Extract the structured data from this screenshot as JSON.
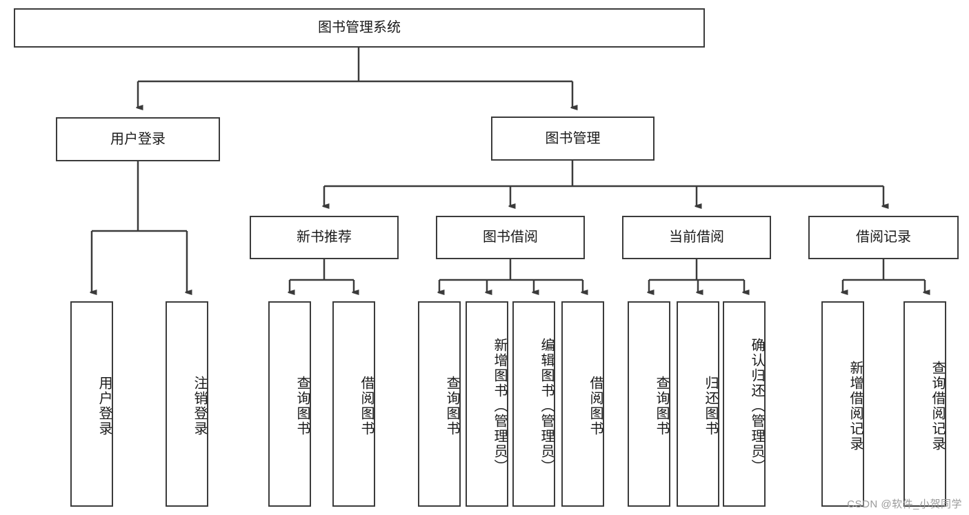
{
  "diagram": {
    "title_node": {
      "label": "图书管理系统"
    },
    "level1": [
      {
        "id": "user-login",
        "label": "用户登录"
      },
      {
        "id": "book-manage",
        "label": "图书管理"
      }
    ],
    "level2": [
      {
        "id": "new-book-recommend",
        "label": "新书推荐"
      },
      {
        "id": "book-borrow",
        "label": "图书借阅"
      },
      {
        "id": "current-borrow",
        "label": "当前借阅"
      },
      {
        "id": "borrow-record",
        "label": "借阅记录"
      }
    ],
    "leaves": {
      "user_login": [
        {
          "id": "leaf-user-login",
          "label": "用户登录"
        },
        {
          "id": "leaf-logout-login",
          "label": "注销登录"
        }
      ],
      "new_book_recommend": [
        {
          "id": "leaf-query-book-1",
          "label": "查询图书"
        },
        {
          "id": "leaf-borrow-book-1",
          "label": "借阅图书"
        }
      ],
      "book_borrow": [
        {
          "id": "leaf-query-book-2",
          "label": "查询图书"
        },
        {
          "id": "leaf-add-book",
          "label": "新增图书（管理员）"
        },
        {
          "id": "leaf-edit-book",
          "label": "编辑图书（管理员）"
        },
        {
          "id": "leaf-borrow-book-2",
          "label": "借阅图书"
        }
      ],
      "current_borrow": [
        {
          "id": "leaf-query-book-3",
          "label": "查询图书"
        },
        {
          "id": "leaf-return-book",
          "label": "归还图书"
        },
        {
          "id": "leaf-confirm-return",
          "label": "确认归还（管理员）"
        }
      ],
      "borrow_record": [
        {
          "id": "leaf-add-record",
          "label": "新增借阅记录"
        },
        {
          "id": "leaf-query-record",
          "label": "查询借阅记录"
        }
      ]
    }
  },
  "watermark": {
    "text": "CSDN @软件_小贺同学"
  },
  "colors": {
    "stroke": "#3b3b3b",
    "text": "#1a1a1a",
    "background": "#ffffff",
    "watermark": "#9a9a9a"
  }
}
